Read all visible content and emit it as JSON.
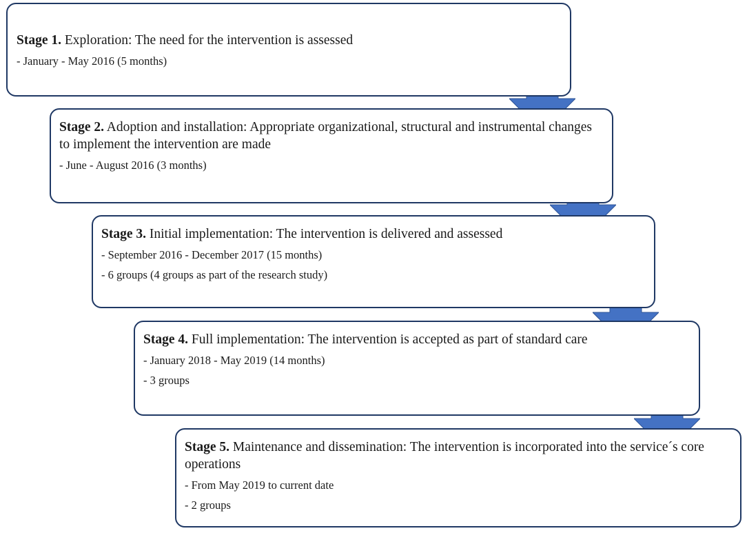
{
  "stages": [
    {
      "label": "Stage 1.",
      "description": " Exploration: The need for the intervention is assessed",
      "details": [
        "- January - May 2016 (5 months)"
      ]
    },
    {
      "label": "Stage 2.",
      "description": " Adoption and installation: Appropriate organizational, structural and instrumental changes to implement the intervention are made",
      "details": [
        "- June - August 2016 (3 months)"
      ]
    },
    {
      "label": "Stage 3.",
      "description": " Initial implementation: The intervention is delivered and assessed",
      "details": [
        "- September 2016 - December 2017 (15 months)",
        "- 6 groups (4 groups as part of the research study)"
      ]
    },
    {
      "label": "Stage 4.",
      "description": " Full implementation: The intervention is accepted as part of standard care",
      "details": [
        "- January 2018 - May 2019 (14 months)",
        "- 3 groups"
      ]
    },
    {
      "label": "Stage 5.",
      "description": " Maintenance and dissemination: The intervention is incorporated into the service´s core operations",
      "details": [
        "- From May 2019 to current date",
        "- 2 groups"
      ]
    }
  ],
  "colors": {
    "box_border": "#1f3864",
    "arrow_fill": "#4472c4",
    "arrow_stroke": "#2f5597"
  }
}
